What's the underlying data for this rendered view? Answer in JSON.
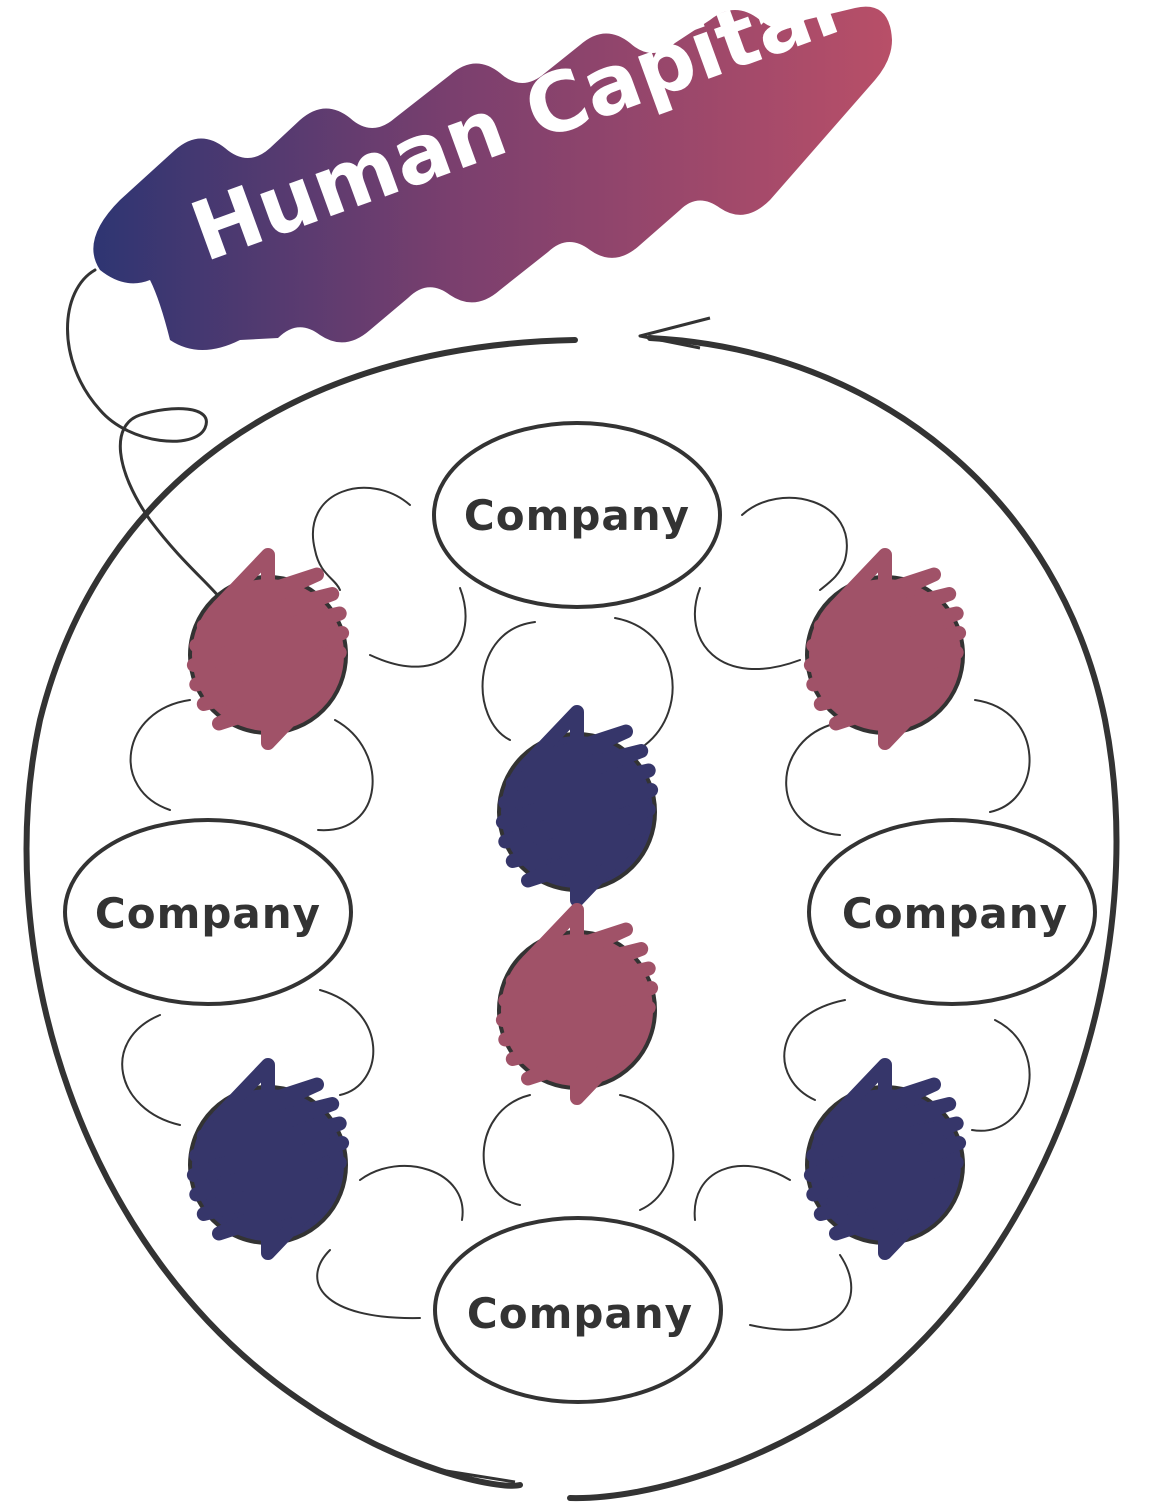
{
  "banner": {
    "title": "Human Capital"
  },
  "companies": [
    {
      "label": "Company"
    },
    {
      "label": "Company"
    },
    {
      "label": "Company"
    },
    {
      "label": "Company"
    }
  ],
  "colors": {
    "stroke": "#333333",
    "mauve": "#a05268",
    "navy": "#36366a",
    "gradient_start": "#2e3572",
    "gradient_mid": "#7a3f6e",
    "gradient_end": "#b84f68"
  }
}
